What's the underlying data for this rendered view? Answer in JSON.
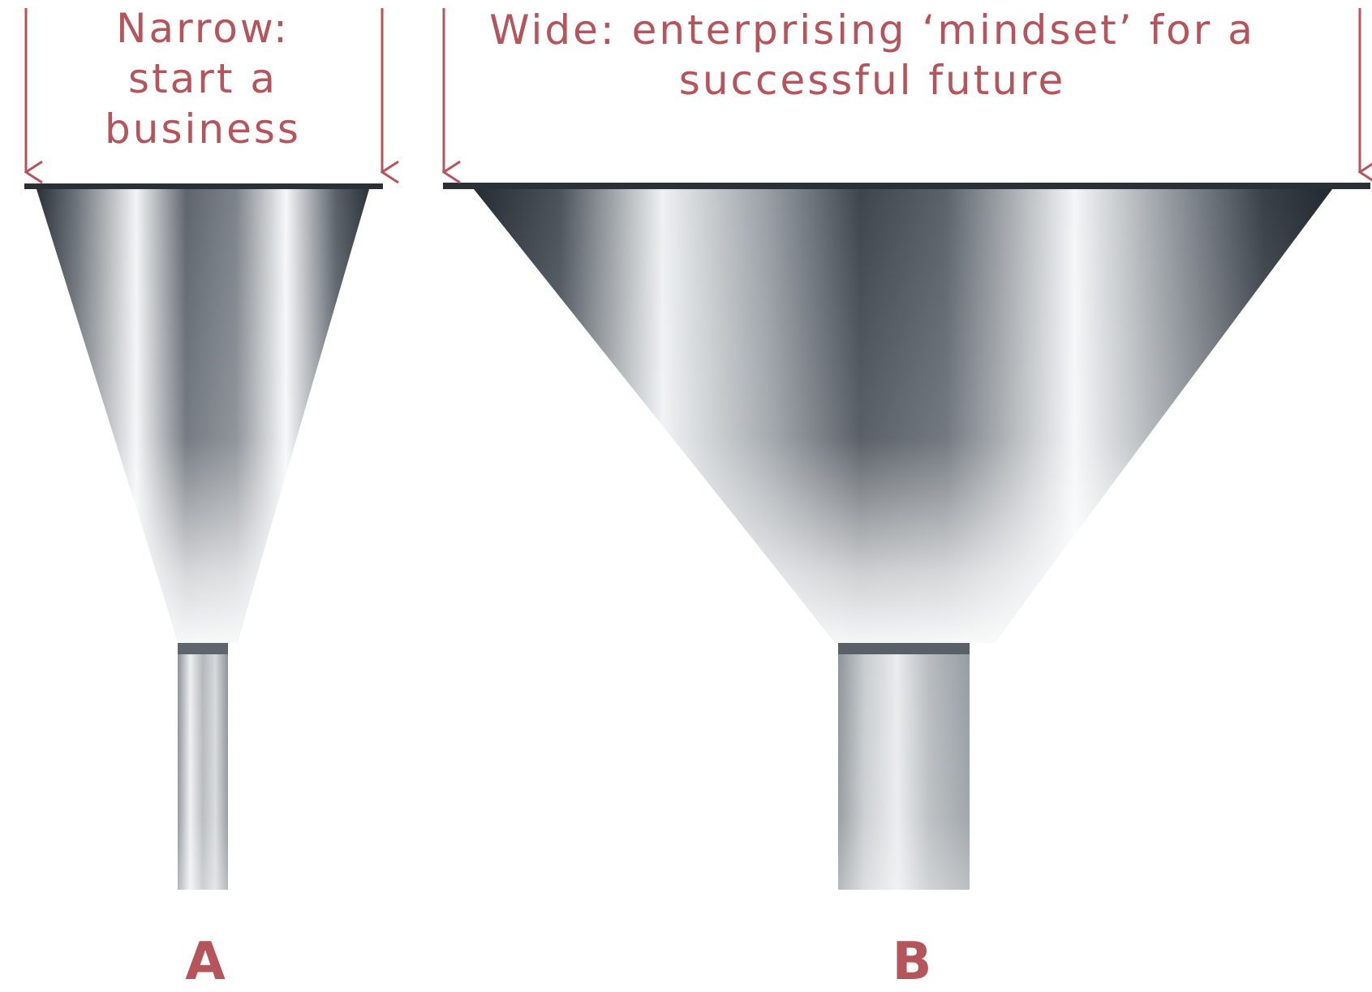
{
  "diagram": {
    "funnel_a": {
      "caption": "Narrow:\nstart a\nbusiness",
      "letter": "A"
    },
    "funnel_b": {
      "caption": "Wide: enterprising ‘mindset’ for a\nsuccessful future",
      "letter": "B"
    },
    "colors": {
      "text_accent": "#b5545a",
      "arrow": "#b5545a",
      "metal_dark": "#2a3038",
      "metal_light": "#f4f6f7"
    }
  }
}
